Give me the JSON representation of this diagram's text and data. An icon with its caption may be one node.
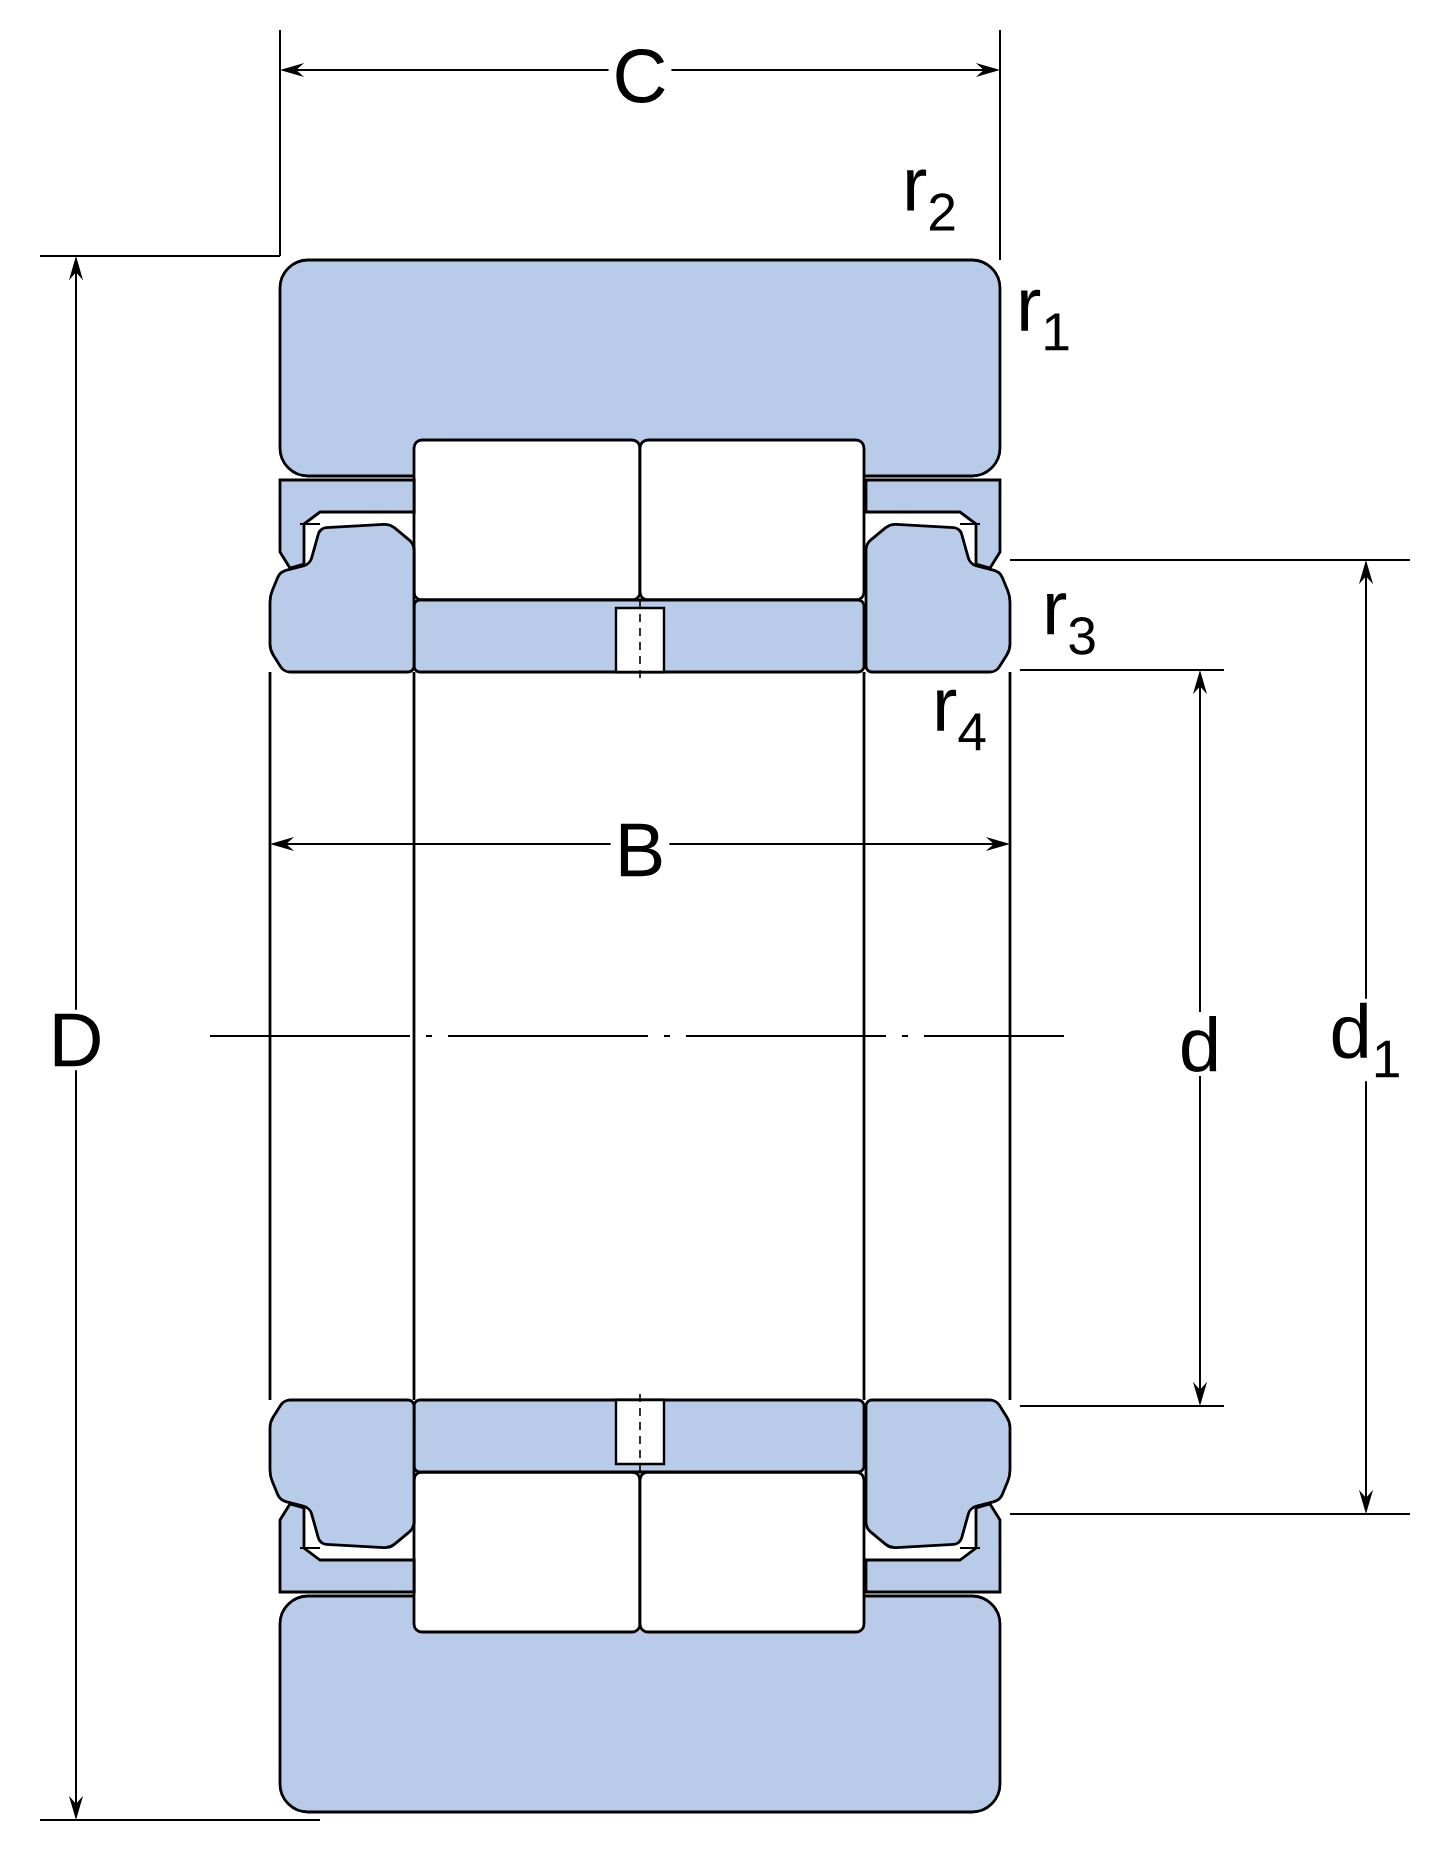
{
  "diagram": {
    "labels": [
      "C",
      "r$_{2}$",
      "r$_{1}$",
      "r$_{3}$",
      "r$_{4}$",
      "B",
      "D",
      "d",
      "d$_{1}$"
    ]
  }
}
